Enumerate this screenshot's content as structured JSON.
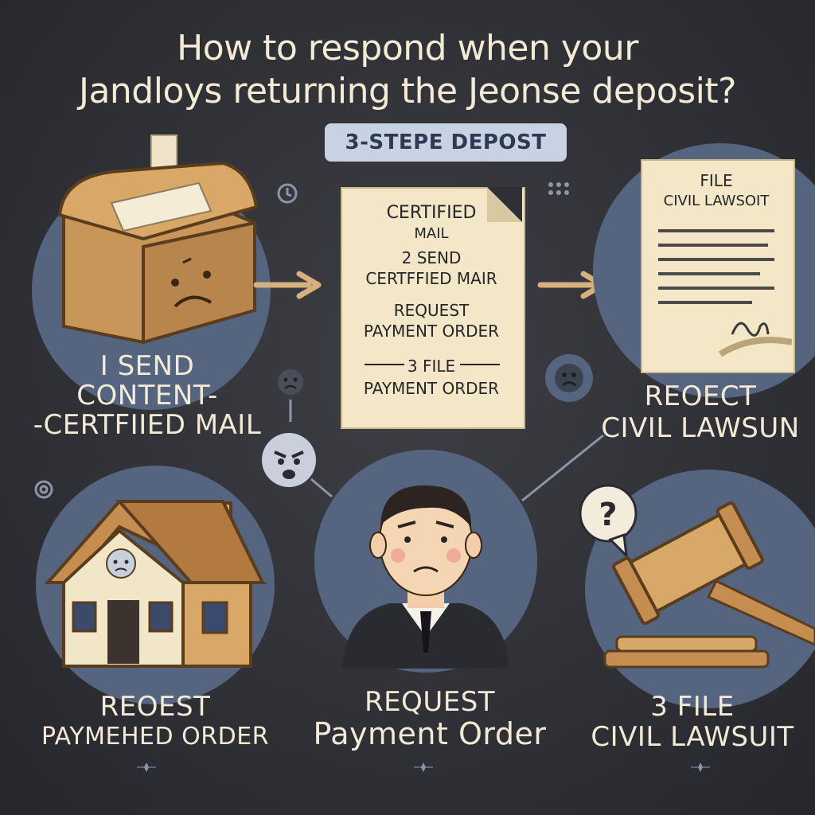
{
  "title": {
    "line1": "How to respond when  your",
    "line2": "Jandloys returning the Jeonse deposit?"
  },
  "badge": "3-STEPE DEPOST",
  "top_captions": {
    "left_line1": "I SEND",
    "left_line2": "CONTENT-",
    "left_line3": "-CERTFIIED MAIL",
    "right_line1": "REOECT",
    "right_line2": "CIVIL LAWSUN"
  },
  "center_document": {
    "line1": "CERTIFIED",
    "line2": "MAIL",
    "line3": "2 SEND",
    "line4": "CERTFFIED MAIR",
    "line5": "REQUEST",
    "line6": "PAYMENT ORDER",
    "line7": "3 FILE",
    "line8": "PAYMENT ORDER"
  },
  "lawsuit_document": {
    "line1": "FILE",
    "line2": "CIVIL LAWSOIT"
  },
  "speech_symbol": "?",
  "bottom_captions": {
    "left_line1": "REOEST",
    "left_line2": "PAYMEHED ORDER",
    "center_line1": "REQUEST",
    "center_line2": "Payment Order",
    "right_line1": "3 FILE",
    "right_line2": "CIVIL LAWSUIT"
  },
  "colors": {
    "background": "#2f3036",
    "circle": "#55647f",
    "cream_text": "#f2ead6",
    "paper": "#f3e7c8",
    "arrow": "#d8b07d",
    "badge": "#c7d2e2"
  }
}
